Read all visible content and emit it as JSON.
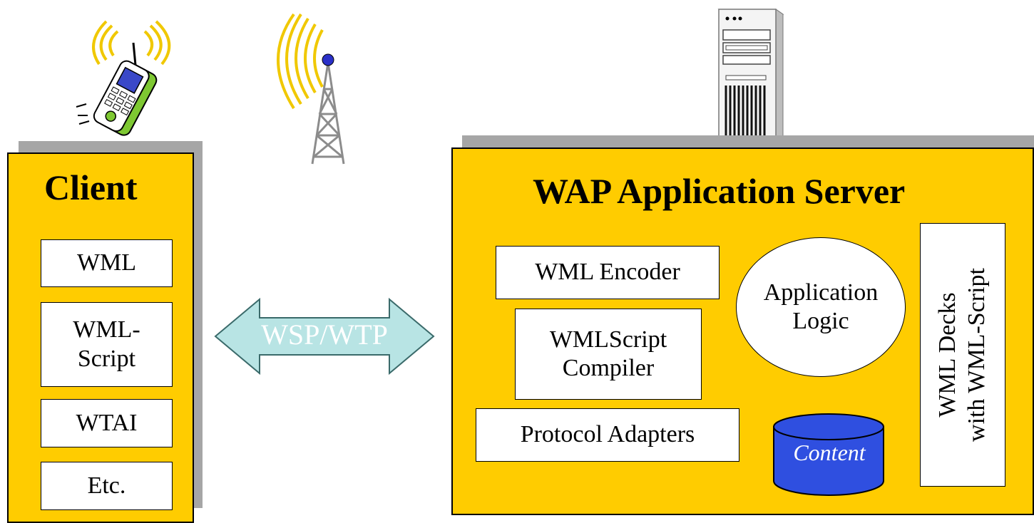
{
  "client": {
    "title": "Client",
    "items": [
      "WML",
      "WML-\nScript",
      "WTAI",
      "Etc."
    ]
  },
  "link": {
    "label": "WSP/WTP"
  },
  "server": {
    "title": "WAP Application Server",
    "wml_encoder": "WML Encoder",
    "wmlscript_compiler": "WMLScript\nCompiler",
    "protocol_adapters": "Protocol Adapters",
    "application_logic": "Application\nLogic",
    "content": "Content",
    "wml_decks": "WML Decks\nwith WML-Script"
  },
  "colors": {
    "panel": "#ffcc00",
    "arrow": "#b8e4e4",
    "database": "#2f4fe0",
    "shadow": "#a6a6a6"
  },
  "icons": [
    "mobile-phone-icon",
    "radio-tower-icon",
    "server-tower-icon"
  ]
}
